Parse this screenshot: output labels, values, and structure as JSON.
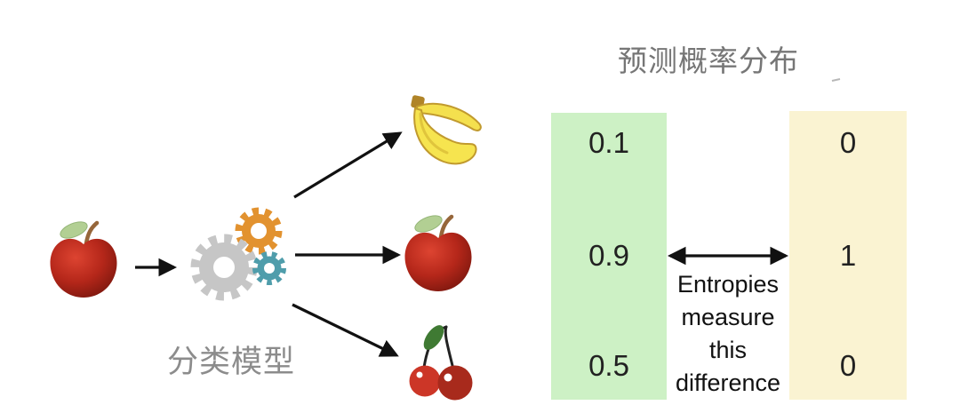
{
  "model": {
    "label": "分类模型",
    "input_icon": "apple-icon",
    "model_icon": "gears-icon",
    "output_icons": [
      "banana-icon",
      "apple-icon",
      "cherries-icon"
    ]
  },
  "panel": {
    "title": "预测概率分布",
    "predicted_column": {
      "fill_color": "#cdf1c5",
      "values": [
        "0.1",
        "0.9",
        "0.5"
      ]
    },
    "true_column": {
      "fill_color": "#faf3d2",
      "values": [
        "0",
        "1",
        "0"
      ]
    },
    "annotation": "Entropies measure this difference"
  },
  "colors": {
    "arrow": "#111111",
    "title_text": "#767676",
    "label_text": "#8c8c8c",
    "gear_orange": "#e2922f",
    "gear_gray": "#c6c6c6",
    "gear_teal": "#4f9dab",
    "apple_red": "#b5271a",
    "banana_yellow": "#f4e04e",
    "cherry_red": "#cc3627"
  }
}
